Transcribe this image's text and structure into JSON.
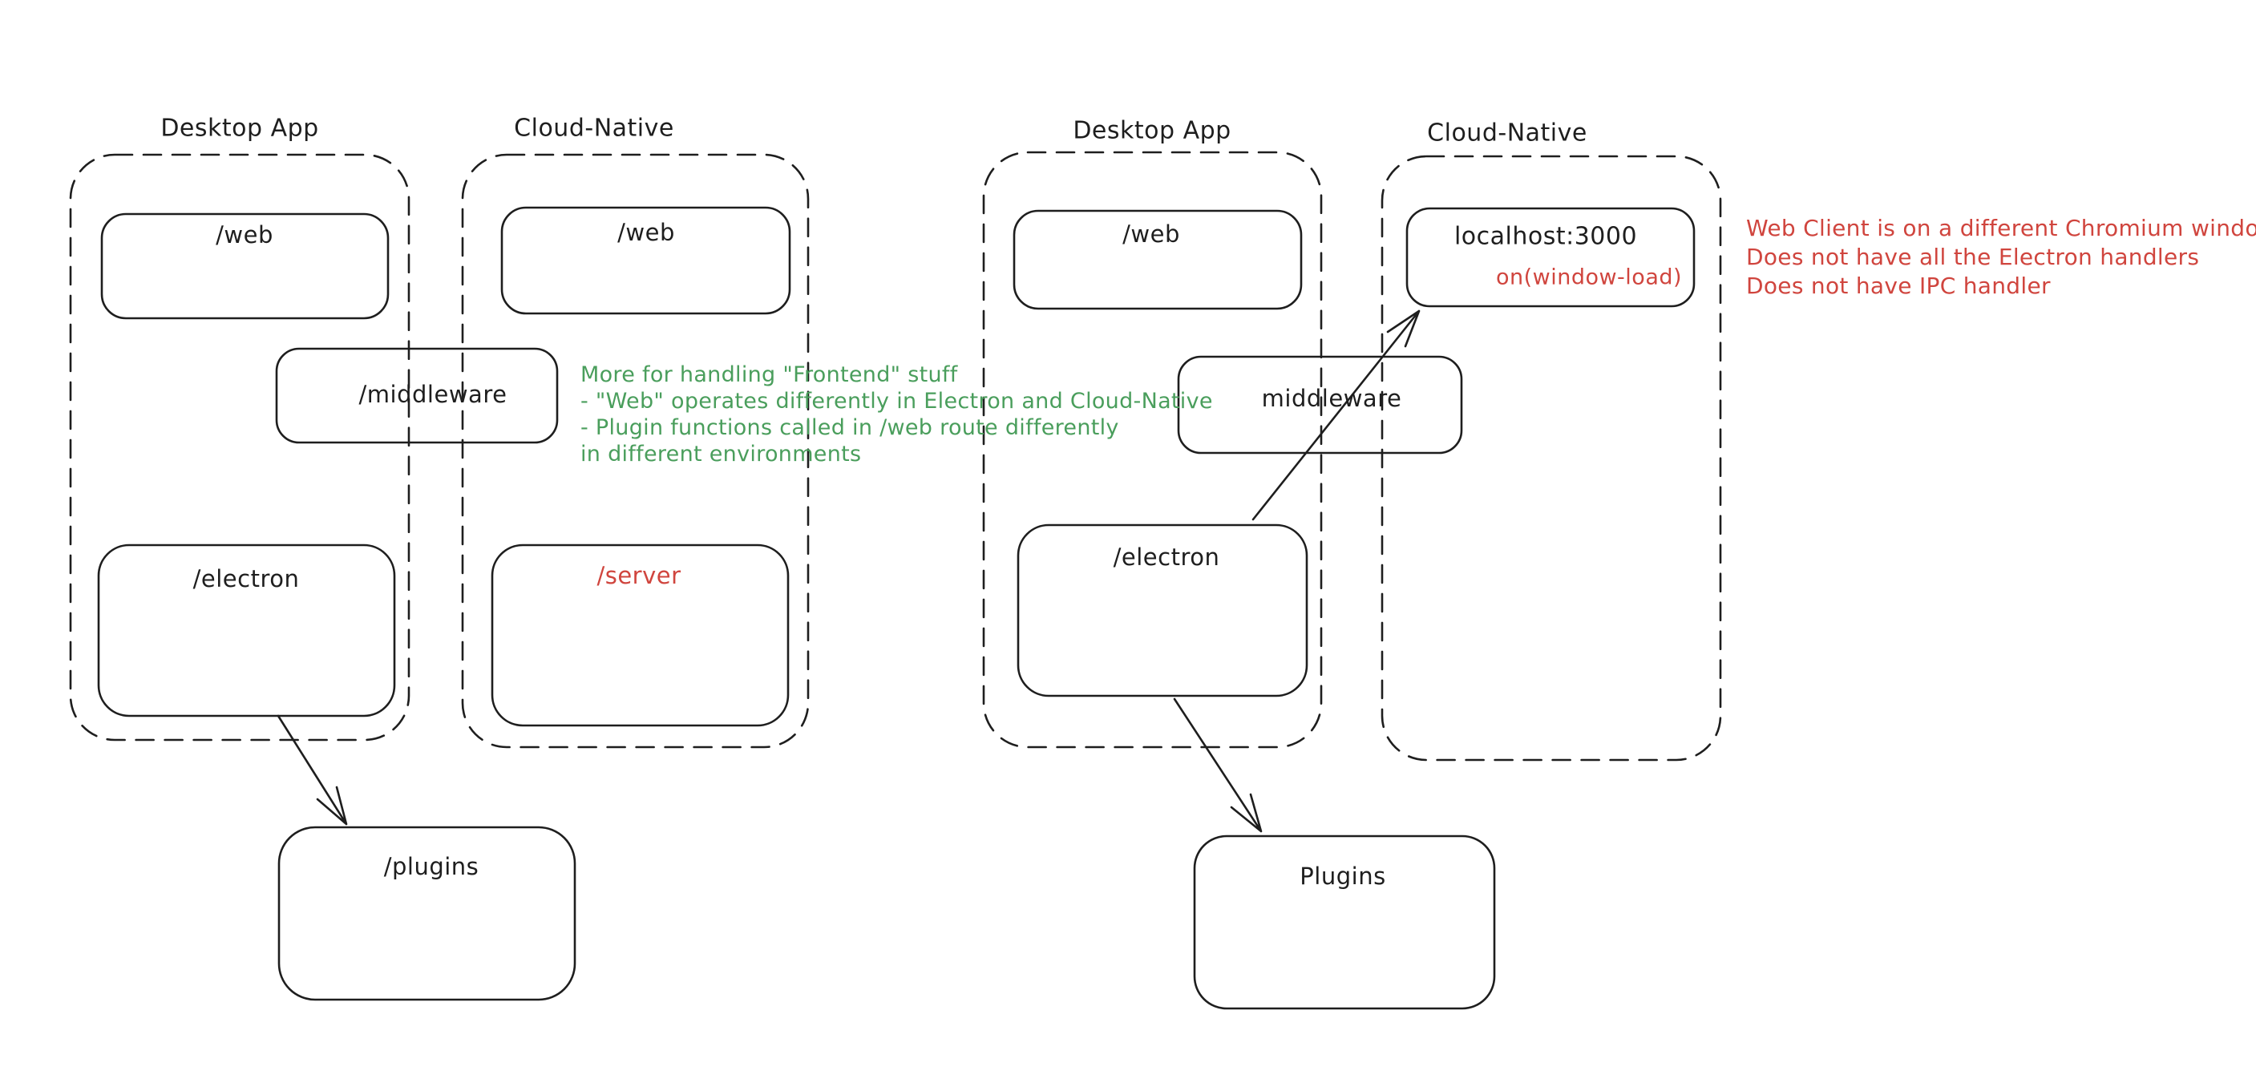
{
  "colors": {
    "ink": "#1e1e1e",
    "green": "#4a9e5c",
    "red": "#d0453e",
    "background": "#ffffff"
  },
  "left": {
    "desktop_label": "Desktop App",
    "cloud_label": "Cloud-Native",
    "web_desktop": "/web",
    "web_cloud": "/web",
    "middleware": "/middleware",
    "electron": "/electron",
    "server": "/server",
    "plugins": "/plugins",
    "note": {
      "l1": "More for handling \"Frontend\" stuff",
      "l2": "- \"Web\" operates differently in Electron and Cloud-Native",
      "l3": "- Plugin functions called in /web route differently",
      "l4": "in different environments"
    }
  },
  "right": {
    "desktop_label": "Desktop App",
    "cloud_label": "Cloud-Native",
    "web": "/web",
    "localhost": "localhost:3000",
    "on_window_load": "on(window-load)",
    "middleware": "middleware",
    "electron": "/electron",
    "plugins": "Plugins",
    "note": {
      "l1": "Web Client is on a different Chromium window",
      "l2": "Does not have all the Electron handlers",
      "l3": "Does not have IPC handler"
    }
  }
}
